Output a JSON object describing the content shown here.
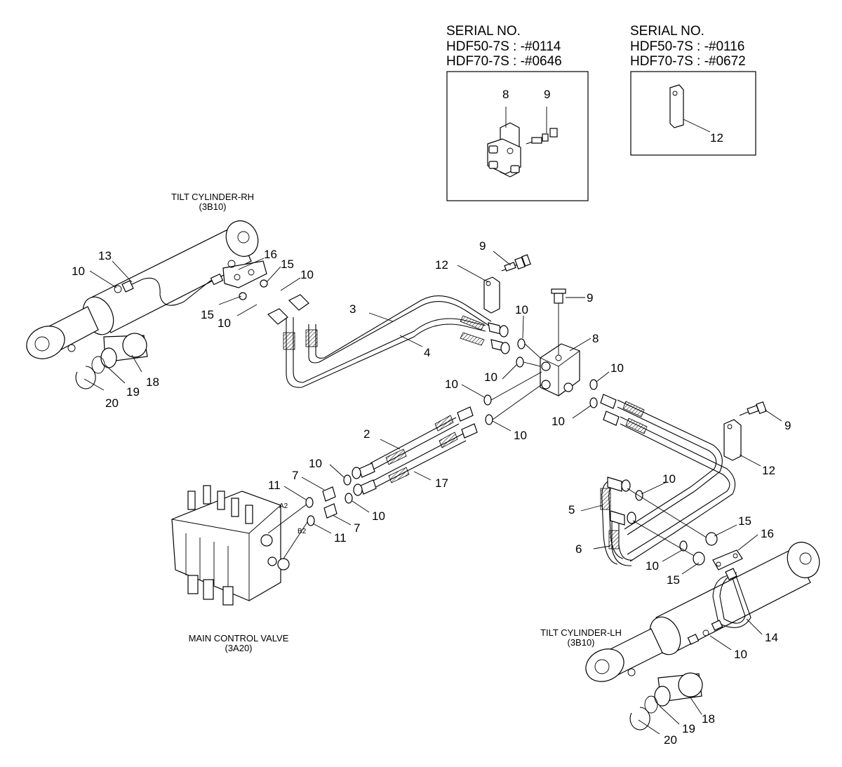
{
  "inset_left": {
    "heading": "SERIAL NO.",
    "model_1": "HDF50-7S : -#0114",
    "model_2": "HDF70-7S : -#0646",
    "callout_8": "8",
    "callout_9": "9"
  },
  "inset_right": {
    "heading": "SERIAL NO.",
    "model_1": "HDF50-7S : -#0116",
    "model_2": "HDF70-7S : -#0672",
    "callout_12": "12"
  },
  "components": {
    "tilt_cylinder_rh": {
      "name": "TILT CYLINDER-RH",
      "ref": "(3B10)"
    },
    "tilt_cylinder_lh": {
      "name": "TILT CYLINDER-LH",
      "ref": "(3B10)"
    },
    "main_control_valve": {
      "name": "MAIN CONTROL VALVE",
      "ref": "(3A20)",
      "port_a": "A2",
      "port_b": "B2"
    }
  },
  "callouts": {
    "c13": "13",
    "c10_rh_a": "10",
    "c16_rh": "16",
    "c15_rh_a": "15",
    "c10_rh_b": "10",
    "c15_rh_b": "15",
    "c10_rh_c": "10",
    "c18_rh": "18",
    "c19_rh": "19",
    "c20_rh": "20",
    "c3": "3",
    "c4": "4",
    "c12_top": "12",
    "c9_top": "9",
    "c9_mid": "9",
    "c8": "8",
    "c10_blk_a": "10",
    "c10_blk_b": "10",
    "c10_blk_c": "10",
    "c10_blk_d": "10",
    "c10_blk_e": "10",
    "c10_blk_f": "10",
    "c2": "2",
    "c17": "17",
    "c10_mcv_a": "10",
    "c10_mcv_b": "10",
    "c11_a": "11",
    "c11_b": "11",
    "c7_a": "7",
    "c7_b": "7",
    "c9_right": "9",
    "c12_right": "12",
    "c5": "5",
    "c6": "6",
    "c10_lh_a": "10",
    "c15_lh_a": "15",
    "c16_lh": "16",
    "c10_lh_b": "10",
    "c15_lh_b": "15",
    "c14": "14",
    "c10_lh_c": "10",
    "c18_lh": "18",
    "c19_lh": "19",
    "c20_lh": "20"
  }
}
